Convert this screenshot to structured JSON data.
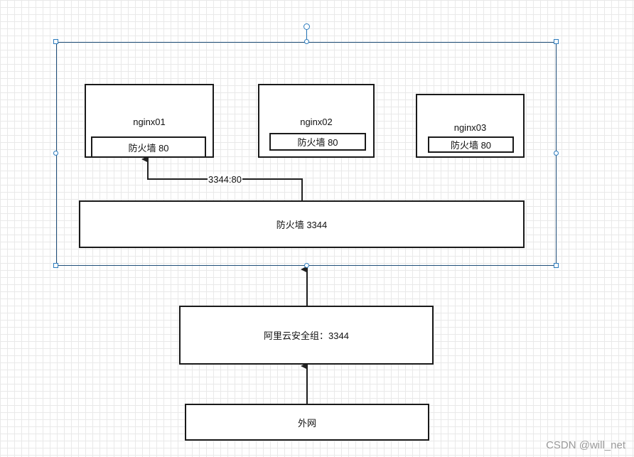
{
  "diagram": {
    "nodes": {
      "nginx01": {
        "title": "nginx01",
        "inner": "防火墙 80"
      },
      "nginx02": {
        "title": "nginx02",
        "inner": "防火墙 80"
      },
      "nginx03": {
        "title": "nginx03",
        "inner": "防火墙 80"
      },
      "firewall": "防火墙 3344",
      "security_group": "阿里云安全组：3344",
      "external": "外网"
    },
    "edge_label": "3344:80"
  },
  "watermark": "CSDN @will_net"
}
